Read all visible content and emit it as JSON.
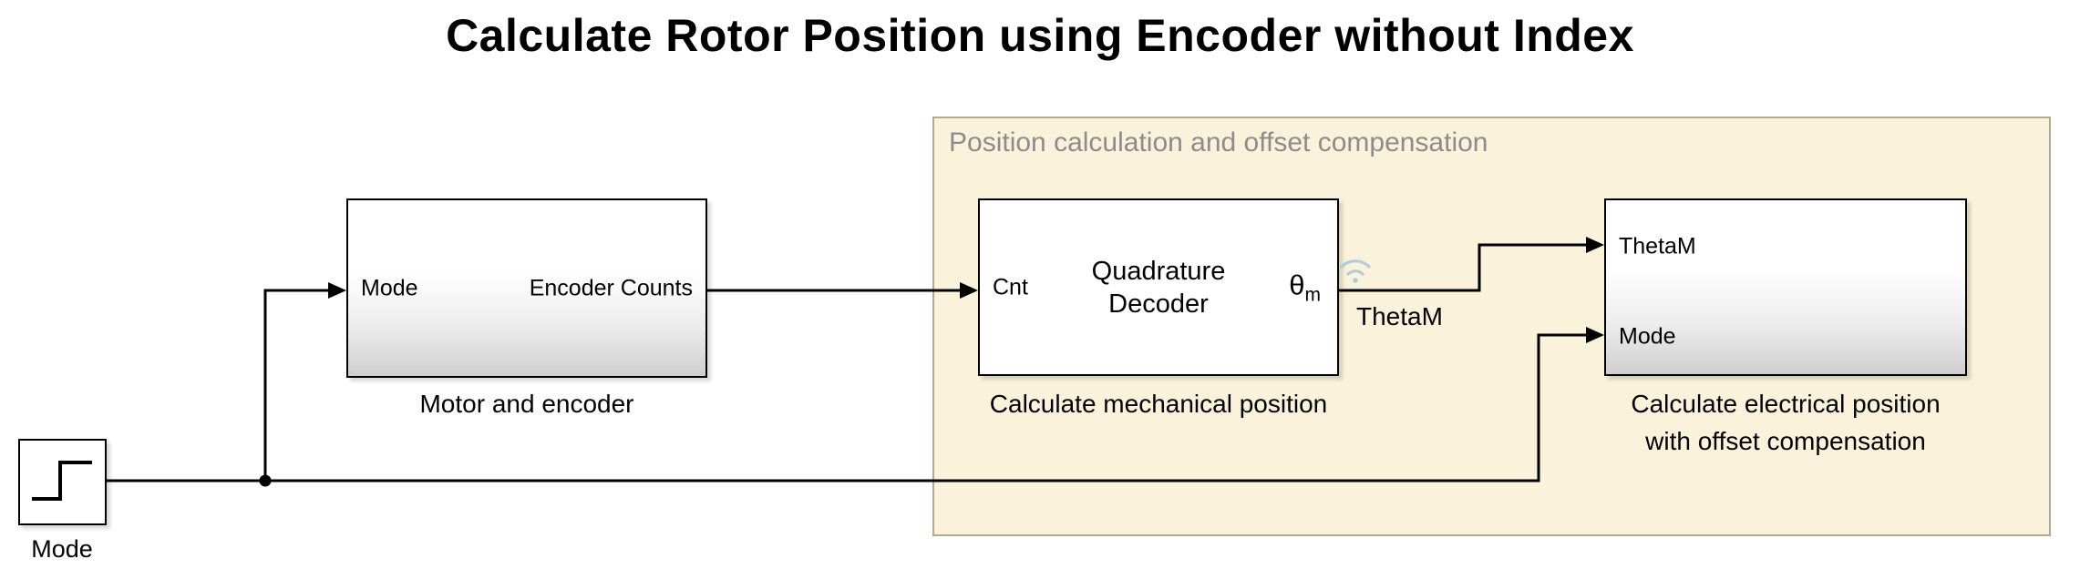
{
  "title": "Calculate Rotor Position using Encoder without Index",
  "step_source": {
    "label": "Mode"
  },
  "motor_block": {
    "port_in": "Mode",
    "port_out": "Encoder Counts",
    "label": "Motor and encoder"
  },
  "area": {
    "title": "Position calculation and offset compensation"
  },
  "quadrature_block": {
    "port_in": "Cnt",
    "name_line1": "Quadrature",
    "name_line2": "Decoder",
    "port_out_symbol": "θ",
    "port_out_subscript": "m",
    "label": "Calculate mechanical position"
  },
  "signal_label": "ThetaM",
  "electrical_block": {
    "port_in1": "ThetaM",
    "port_in2": "Mode",
    "label_line1": "Calculate electrical position",
    "label_line2": "with offset compensation"
  },
  "icons": {
    "step": "step-icon",
    "logging": "wireless-logging-icon"
  },
  "colors": {
    "background": "#ffffff",
    "area_fill": "#faf2da",
    "area_border": "#b3a98f",
    "area_text": "#8c8c8c",
    "block_border": "#000000",
    "wire": "#000000",
    "logging_icon": "#a9c6d8"
  }
}
